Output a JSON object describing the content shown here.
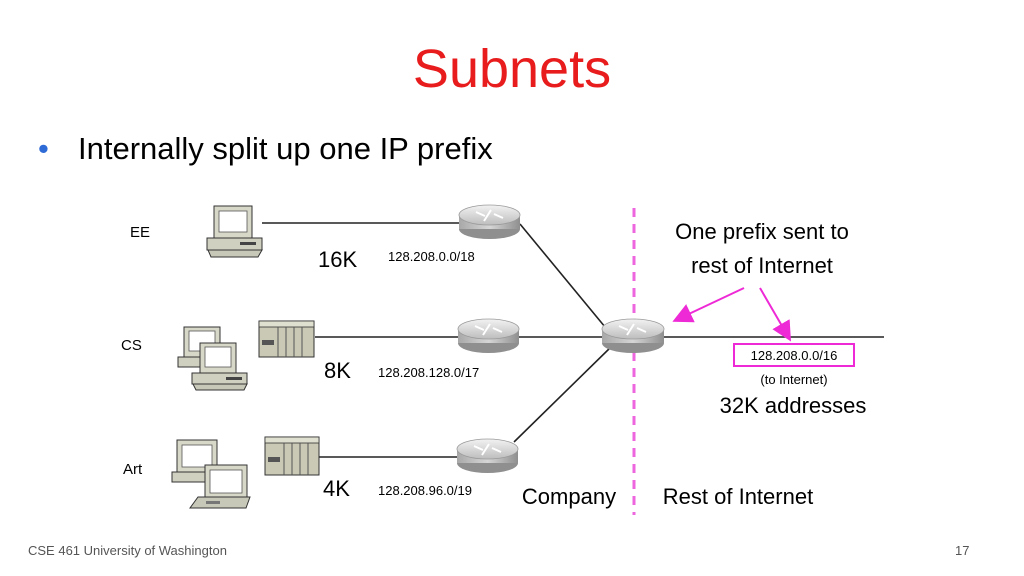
{
  "slide": {
    "title": "Subnets",
    "bullet": "Internally split up one IP prefix",
    "footer_left": "CSE 461 University of Washington",
    "page_number": "17"
  },
  "diagram": {
    "departments": [
      {
        "name": "EE",
        "size": "16K",
        "prefix": "128.208.0.0/18"
      },
      {
        "name": "CS",
        "size": "8K",
        "prefix": "128.208.128.0/17"
      },
      {
        "name": "Art",
        "size": "4K",
        "prefix": "128.208.96.0/19"
      }
    ],
    "callout_line1": "One prefix sent to",
    "callout_line2": "rest of Internet",
    "external_prefix": "128.208.0.0/16",
    "external_note": "(to Internet)",
    "external_size": "32K addresses",
    "left_region": "Company",
    "right_region": "Rest of Internet"
  },
  "colors": {
    "title": "#e81c1c",
    "bullet": "#2f6bd6",
    "accent_pink": "#ee2ad6"
  }
}
